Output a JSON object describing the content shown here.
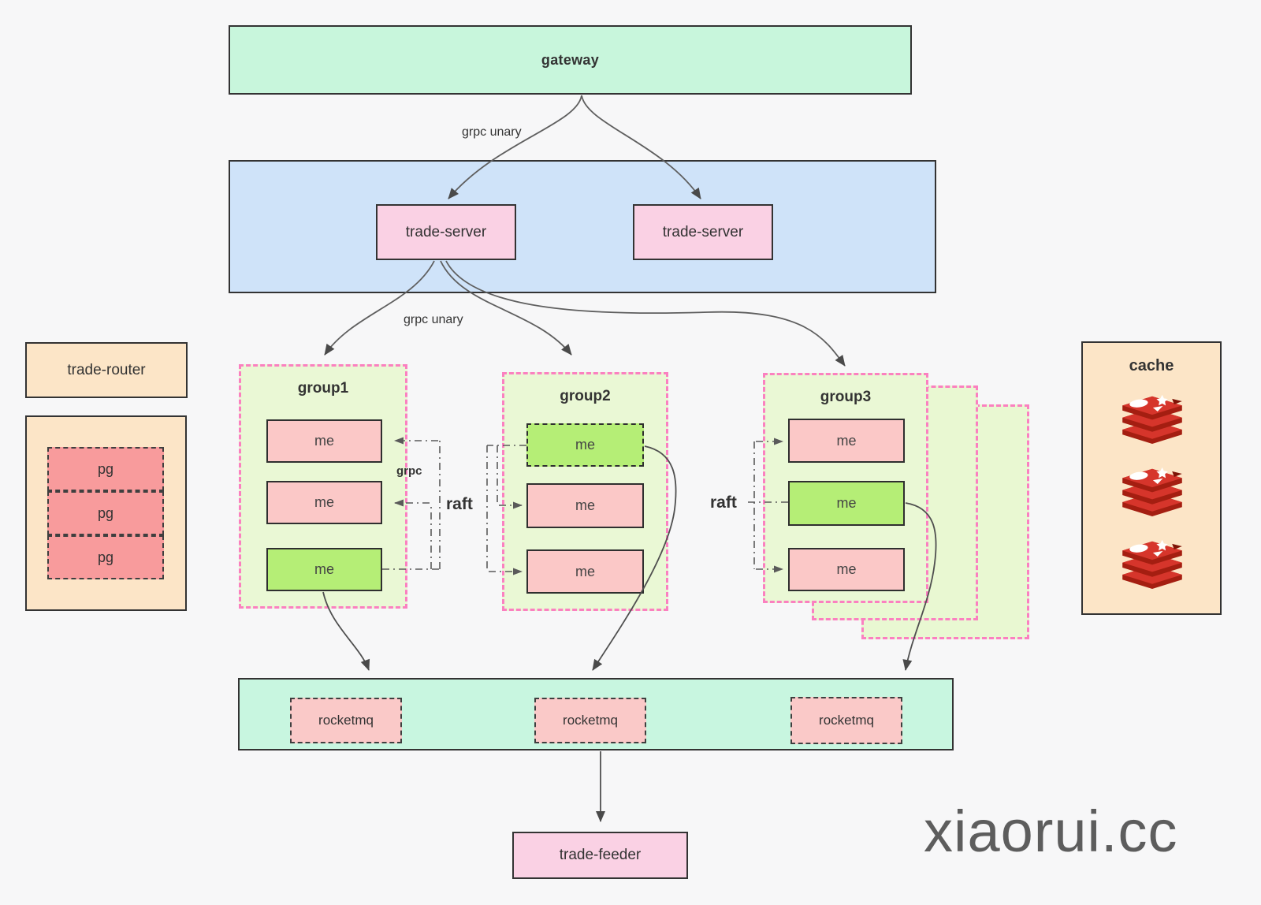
{
  "diagram": {
    "watermark": "xiaorui.cc",
    "gateway": {
      "label": "gateway"
    },
    "edge_labels": {
      "grpc_unary_top": "grpc unary",
      "grpc_unary_mid": "grpc unary",
      "grpc_side": "grpc",
      "raft_group12": "raft",
      "raft_group23": "raft"
    },
    "trade_servers": [
      {
        "label": "trade-server"
      },
      {
        "label": "trade-server"
      }
    ],
    "groups": [
      {
        "title": "group1",
        "members": [
          {
            "label": "me",
            "role": "follower"
          },
          {
            "label": "me",
            "role": "follower"
          },
          {
            "label": "me",
            "role": "leader"
          }
        ]
      },
      {
        "title": "group2",
        "members": [
          {
            "label": "me",
            "role": "leader"
          },
          {
            "label": "me",
            "role": "follower"
          },
          {
            "label": "me",
            "role": "follower"
          }
        ]
      },
      {
        "title": "group3",
        "members": [
          {
            "label": "me",
            "role": "follower"
          },
          {
            "label": "me",
            "role": "leader"
          },
          {
            "label": "me",
            "role": "follower"
          }
        ]
      }
    ],
    "trade_router": {
      "label": "trade-router"
    },
    "pg_cluster": {
      "items": [
        {
          "label": "pg"
        },
        {
          "label": "pg"
        },
        {
          "label": "pg"
        }
      ]
    },
    "cache": {
      "title": "cache",
      "icons": [
        "redis-icon",
        "redis-icon",
        "redis-icon"
      ]
    },
    "mq_bus": {
      "items": [
        {
          "label": "rocketmq"
        },
        {
          "label": "rocketmq"
        },
        {
          "label": "rocketmq"
        }
      ]
    },
    "trade_feeder": {
      "label": "trade-feeder"
    }
  },
  "colors": {
    "page_bg": "#f7f7f8",
    "mint": "#c8f6dc",
    "mint_bus": "#c8f6e0",
    "blue_wrap": "#cfe3f9",
    "pink_node": "#fad1e4",
    "group_bg": "#eaf8d5",
    "member_pink": "#fbc8c7",
    "member_green": "#b5ee76",
    "peach": "#fce5c7",
    "pg_red": "#f89b9c",
    "mq_pink": "#fac9c8",
    "group_border_pink": "#fb80c0",
    "line": "#565656",
    "redis_red": "#d6352b",
    "redis_dark": "#a41e11"
  }
}
